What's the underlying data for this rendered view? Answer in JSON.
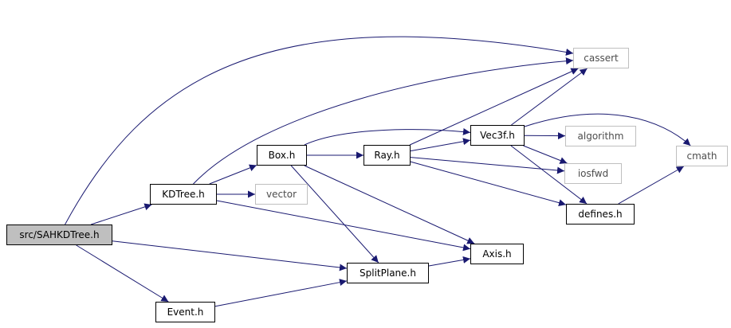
{
  "graph": {
    "edge_color": "#191970",
    "nodes": [
      {
        "id": "sahkdtree",
        "label": "src/SAHKDTree.h",
        "kind": "root"
      },
      {
        "id": "kdtree",
        "label": "KDTree.h",
        "kind": "file"
      },
      {
        "id": "event",
        "label": "Event.h",
        "kind": "file"
      },
      {
        "id": "box",
        "label": "Box.h",
        "kind": "file"
      },
      {
        "id": "vector",
        "label": "vector",
        "kind": "external"
      },
      {
        "id": "ray",
        "label": "Ray.h",
        "kind": "file"
      },
      {
        "id": "splitplane",
        "label": "SplitPlane.h",
        "kind": "file"
      },
      {
        "id": "axis",
        "label": "Axis.h",
        "kind": "file"
      },
      {
        "id": "vec3f",
        "label": "Vec3f.h",
        "kind": "file"
      },
      {
        "id": "cassert",
        "label": "cassert",
        "kind": "external"
      },
      {
        "id": "algorithm",
        "label": "algorithm",
        "kind": "external"
      },
      {
        "id": "iosfwd",
        "label": "iosfwd",
        "kind": "external"
      },
      {
        "id": "defines",
        "label": "defines.h",
        "kind": "file"
      },
      {
        "id": "cmath",
        "label": "cmath",
        "kind": "external"
      }
    ],
    "edges": [
      [
        "sahkdtree",
        "cassert"
      ],
      [
        "sahkdtree",
        "kdtree"
      ],
      [
        "sahkdtree",
        "splitplane"
      ],
      [
        "sahkdtree",
        "event"
      ],
      [
        "kdtree",
        "cassert"
      ],
      [
        "kdtree",
        "box"
      ],
      [
        "kdtree",
        "vector"
      ],
      [
        "kdtree",
        "axis"
      ],
      [
        "box",
        "vec3f"
      ],
      [
        "box",
        "ray"
      ],
      [
        "box",
        "axis"
      ],
      [
        "box",
        "splitplane"
      ],
      [
        "ray",
        "vec3f"
      ],
      [
        "ray",
        "cassert"
      ],
      [
        "ray",
        "iosfwd"
      ],
      [
        "ray",
        "defines"
      ],
      [
        "vec3f",
        "cassert"
      ],
      [
        "vec3f",
        "algorithm"
      ],
      [
        "vec3f",
        "cmath"
      ],
      [
        "vec3f",
        "iosfwd"
      ],
      [
        "vec3f",
        "defines"
      ],
      [
        "defines",
        "cmath"
      ],
      [
        "splitplane",
        "axis"
      ],
      [
        "event",
        "splitplane"
      ]
    ]
  }
}
